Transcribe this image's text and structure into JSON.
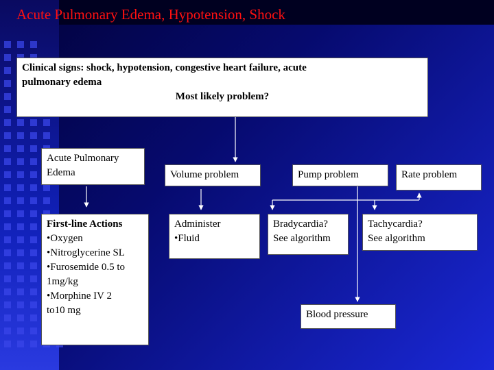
{
  "title": "Acute Pulmonary Edema, Hypotension, Shock",
  "clinical_box": {
    "line1": "Clinical signs: shock, hypotension, congestive heart failure, acute",
    "line2": "pulmonary edema",
    "question": "Most likely problem?"
  },
  "problems": {
    "ape_line1": "Acute Pulmonary",
    "ape_line2": "Edema",
    "volume": "Volume problem",
    "pump": "Pump problem",
    "rate": "Rate  problem"
  },
  "first_line": {
    "heading": "First-line Actions",
    "items": [
      "•Oxygen",
      "•Nitroglycerine SL",
      "•Furosemide 0.5 to",
      "1mg/kg",
      "•Morphine IV 2",
      "to10  mg"
    ]
  },
  "administer": {
    "line1": "Administer",
    "line2": "•Fluid"
  },
  "brady": {
    "line1": "Bradycardia?",
    "line2": "See algorithm"
  },
  "tachy": {
    "line1": "Tachycardia?",
    "line2": "See algorithm"
  },
  "blood_pressure": "Blood pressure",
  "colors": {
    "title": "#ff1010",
    "connector": "#ffffff"
  }
}
